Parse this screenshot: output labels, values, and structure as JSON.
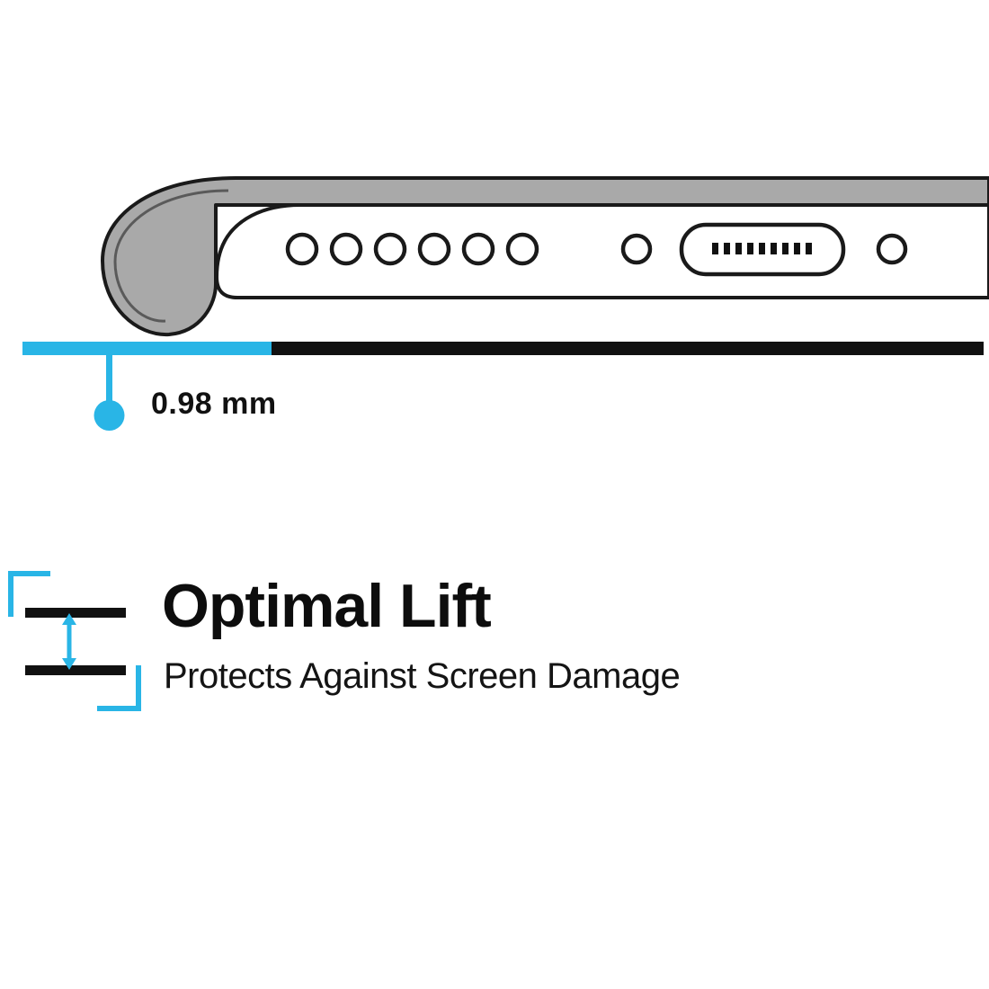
{
  "colors": {
    "accent_cyan": "#29b5e6",
    "case_gray": "#a9a9a9",
    "outline_black": "#1a1a1a",
    "text_black": "#111111"
  },
  "measurement": {
    "label": "0.98 mm"
  },
  "feature": {
    "title": "Optimal Lift",
    "subtitle": "Protects Against Screen Damage"
  },
  "illustration": {
    "name": "phone-bottom-edge-in-case",
    "speaker_holes": 6,
    "port_pins": 9,
    "elements": [
      "case-bumper",
      "speaker-holes",
      "screw-left",
      "charging-port",
      "screw-right",
      "lift-gap-measure-bar"
    ]
  }
}
